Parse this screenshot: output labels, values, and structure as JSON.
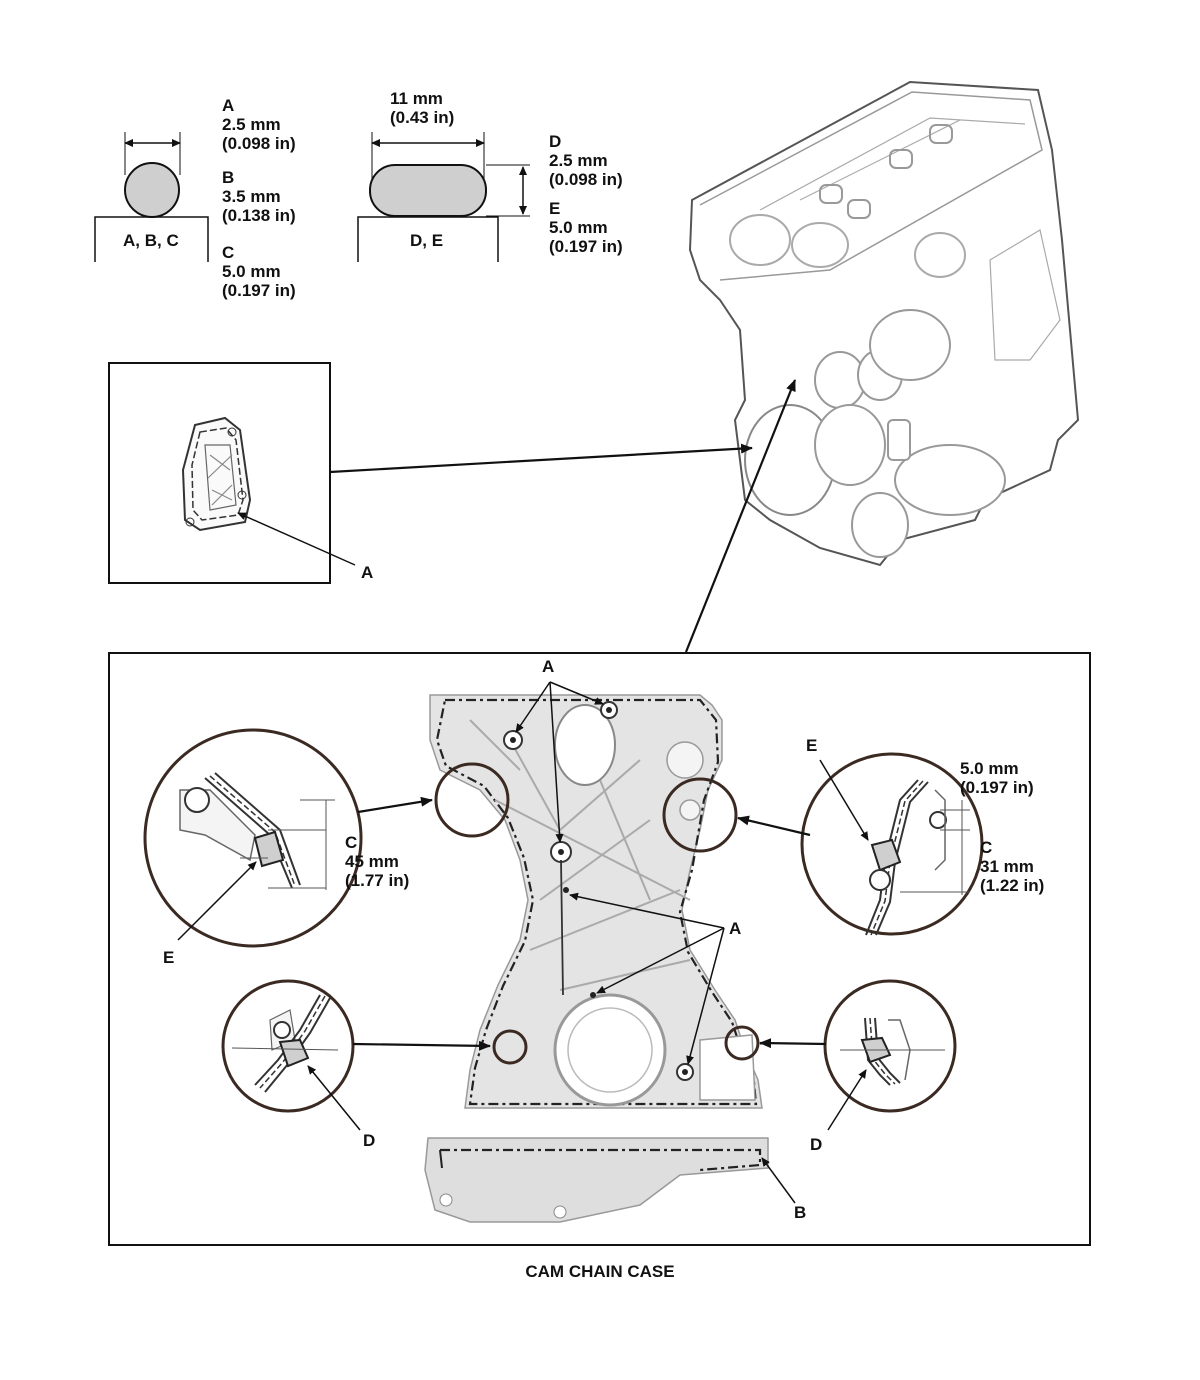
{
  "bead_specs": {
    "round": {
      "base_label": "A, B, C",
      "items": [
        {
          "letter": "A",
          "size": "2.5 mm",
          "inch": "(0.098 in)"
        },
        {
          "letter": "B",
          "size": "3.5 mm",
          "inch": "(0.138 in)"
        },
        {
          "letter": "C",
          "size": "5.0 mm",
          "inch": "(0.197 in)"
        }
      ]
    },
    "flat": {
      "base_label": "D, E",
      "width_size": "11 mm",
      "width_inch": "(0.43 in)",
      "items": [
        {
          "letter": "D",
          "size": "2.5 mm",
          "inch": "(0.098 in)"
        },
        {
          "letter": "E",
          "size": "5.0 mm",
          "inch": "(0.197 in)"
        }
      ]
    }
  },
  "inset_top": {
    "callout": "A"
  },
  "cam_chain_case": {
    "callouts": {
      "a_top": "A",
      "a_right": "A",
      "b": "B",
      "d_left": "D",
      "d_right": "D",
      "e_left": "E",
      "e_right": "E"
    },
    "left_detail": {
      "letter": "C",
      "size": "45 mm",
      "inch": "(1.77 in)"
    },
    "right_detail": {
      "size_top": "5.0 mm",
      "inch_top": "(0.197 in)",
      "letter": "C",
      "size": "31 mm",
      "inch": "(1.22 in)"
    }
  },
  "caption": "CAM CHAIN CASE"
}
